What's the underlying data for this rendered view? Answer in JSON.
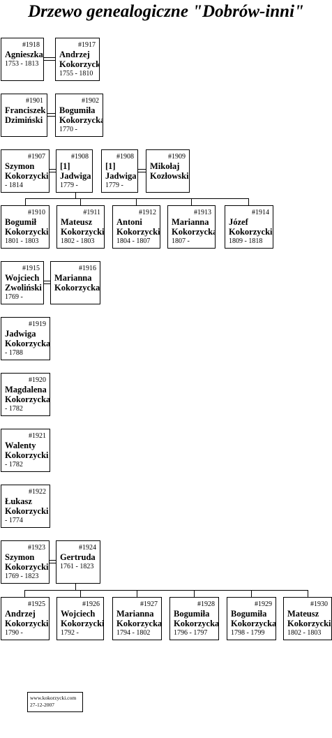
{
  "title": "Drzewo genealogiczne \"Dobrów-inni\"",
  "persons": [
    {
      "id": "#1918",
      "name": "Agnieszka",
      "dates": "1753 - 1813"
    },
    {
      "id": "#1917",
      "name": "Andrzej\nKokorzycki",
      "dates": "1755 - 1810"
    },
    {
      "id": "#1901",
      "name": "Franciszek\nDzimiński",
      "dates": ""
    },
    {
      "id": "#1902",
      "name": "Bogumiła\nKokorzycka",
      "dates": "1770 -"
    },
    {
      "id": "#1907",
      "name": "Szymon\nKokorzycki",
      "dates": "- 1814"
    },
    {
      "id": "#1908",
      "name": "[1]\nJadwiga",
      "dates": "1779 -"
    },
    {
      "id": "#1908",
      "name": "[1]\nJadwiga",
      "dates": "1779 -"
    },
    {
      "id": "#1909",
      "name": "Mikołaj\nKozłowski",
      "dates": ""
    },
    {
      "id": "#1910",
      "name": "Bogumił\nKokorzycki",
      "dates": "1801 - 1803"
    },
    {
      "id": "#1911",
      "name": "Mateusz\nKokorzycki",
      "dates": "1802 - 1803"
    },
    {
      "id": "#1912",
      "name": "Antoni\nKokorzycki",
      "dates": "1804 - 1807"
    },
    {
      "id": "#1913",
      "name": "Marianna\nKokorzycka",
      "dates": "1807 -"
    },
    {
      "id": "#1914",
      "name": "Józef\nKokorzycki",
      "dates": "1809 - 1818"
    },
    {
      "id": "#1915",
      "name": "Wojciech\nZwoliński",
      "dates": "1769 -"
    },
    {
      "id": "#1916",
      "name": "Marianna\nKokorzycka",
      "dates": ""
    },
    {
      "id": "#1919",
      "name": "Jadwiga\nKokorzycka",
      "dates": "- 1788"
    },
    {
      "id": "#1920",
      "name": "Magdalena\nKokorzycka",
      "dates": "- 1782"
    },
    {
      "id": "#1921",
      "name": "Walenty\nKokorzycki",
      "dates": "- 1782"
    },
    {
      "id": "#1922",
      "name": "Łukasz\nKokorzycki",
      "dates": "- 1774"
    },
    {
      "id": "#1923",
      "name": "Szymon\nKokorzycki",
      "dates": "1769 - 1823"
    },
    {
      "id": "#1924",
      "name": "Gertruda",
      "dates": "1761 - 1823"
    },
    {
      "id": "#1925",
      "name": "Andrzej\nKokorzycki",
      "dates": "1790 -"
    },
    {
      "id": "#1926",
      "name": "Wojciech\nKokorzycki",
      "dates": "1792 -"
    },
    {
      "id": "#1927",
      "name": "Marianna\nKokorzycka",
      "dates": "1794 - 1802"
    },
    {
      "id": "#1928",
      "name": "Bogumiła\nKokorzycka",
      "dates": "1796 - 1797"
    },
    {
      "id": "#1929",
      "name": "Bogumiła\nKokorzycka",
      "dates": "1798 - 1799"
    },
    {
      "id": "#1930",
      "name": "Mateusz\nKokorzycki",
      "dates": "1802 - 1803"
    }
  ],
  "footer": {
    "site": "www.kokorzycki.com",
    "date": "27-12-2007"
  }
}
